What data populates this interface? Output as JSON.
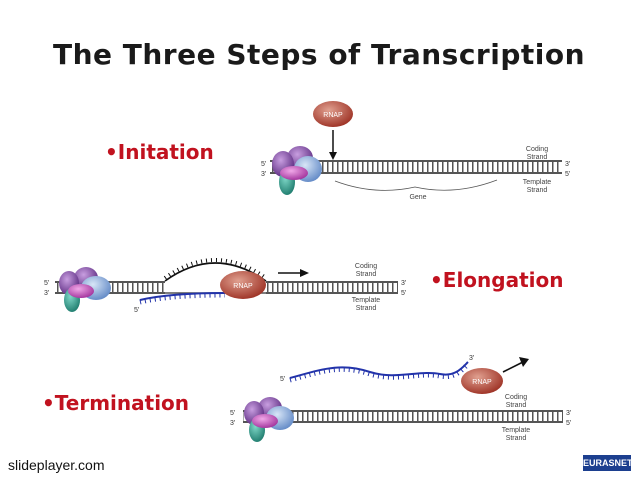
{
  "title": "The Three Steps of Transcription",
  "steps": {
    "initiation": "•Initation",
    "elongation": "•Elongation",
    "termination": "•Termination"
  },
  "labels": {
    "rnap": "RNAP",
    "coding_strand": [
      "Coding",
      "Strand"
    ],
    "template_strand": [
      "Template",
      "Strand"
    ],
    "gene": "Gene",
    "five_prime": "5'",
    "three_prime": "3'"
  },
  "watermark": "slideplayer.com",
  "logo_text": "EURASNET",
  "colors": {
    "title": "#1a1a1a",
    "step_label": "#c1121f",
    "rnap": "#b8483a",
    "dna": "#555555",
    "rna": "#2233aa",
    "complex_purple": "#7a3f9f",
    "complex_teal": "#2e9a8a",
    "complex_blue": "#7fa3d9",
    "logo": "#1c3f8f"
  }
}
